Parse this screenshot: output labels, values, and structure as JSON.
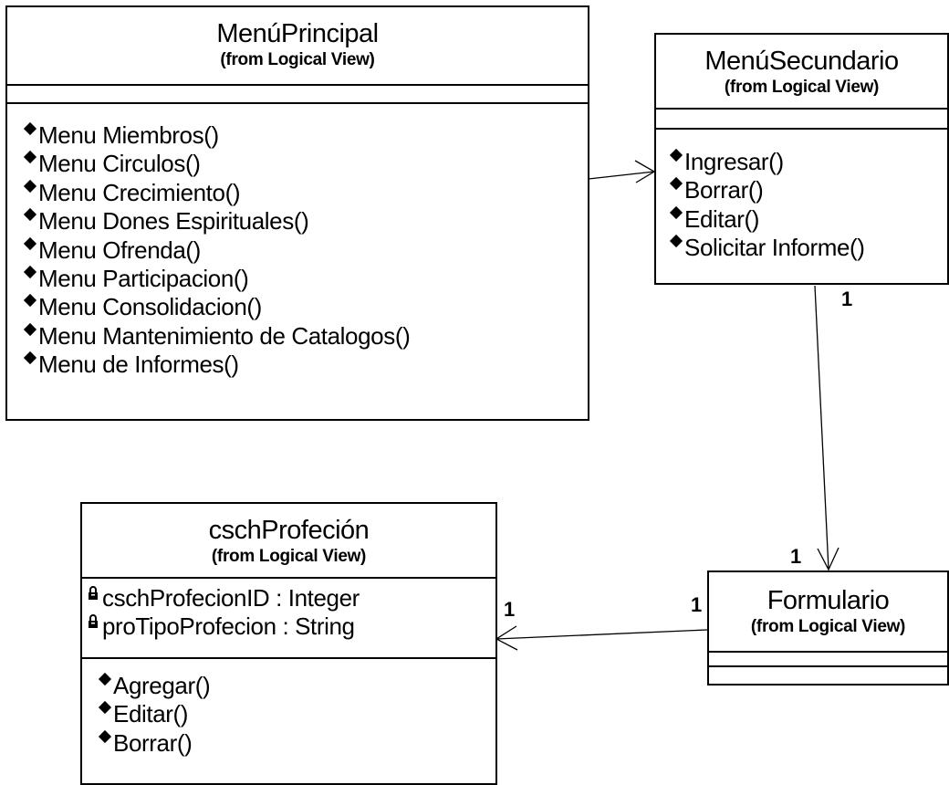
{
  "classes": {
    "menu_principal": {
      "name": "MenúPrincipal",
      "stereotype": "(from Logical View)",
      "operations": [
        "Menu Miembros()",
        "Menu Circulos()",
        "Menu Crecimiento()",
        "Menu Dones Espirituales()",
        "Menu Ofrenda()",
        "Menu Participacion()",
        "Menu Consolidacion()",
        "Menu Mantenimiento de Catalogos()",
        "Menu de Informes()"
      ]
    },
    "menu_secundario": {
      "name": "MenúSecundario",
      "stereotype": "(from Logical View)",
      "operations": [
        "Ingresar()",
        "Borrar()",
        "Editar()",
        "Solicitar Informe()"
      ]
    },
    "cschprofecion": {
      "name": "cschProfeción",
      "stereotype": "(from Logical View)",
      "attributes": [
        "cschProfecionID : Integer",
        "proTipoProfecion : String"
      ],
      "operations": [
        "Agregar()",
        "Editar()",
        "Borrar()"
      ]
    },
    "formulario": {
      "name": "Formulario",
      "stereotype": "(from Logical View)"
    }
  },
  "multiplicities": {
    "secundario_to_formulario_source": "1",
    "secundario_to_formulario_target": "1",
    "formulario_to_profecion_target": "1",
    "formulario_to_profecion_source": "1"
  }
}
